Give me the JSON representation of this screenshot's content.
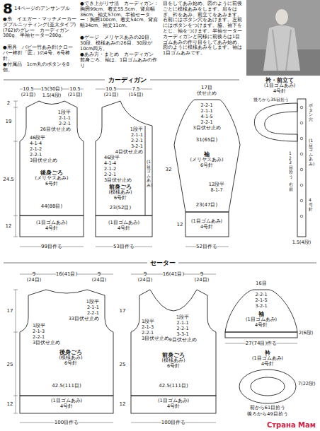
{
  "diagram": {
    "nodes": [
      {
        "text": [
          "後身ごろ",
          "(メリヤスあみ)",
          "6号針"
        ]
      },
      {
        "text": [
          "(1目ゴムあみ)",
          "4号針"
        ]
      },
      {
        "text": [
          "前身ごろ",
          "(模様あみ)",
          "6号針"
        ]
      },
      {
        "text": [
          "(1目ゴムあみ)",
          "4号針"
        ]
      },
      {
        "text": [
          "袖",
          "(メリヤスあみ)",
          "6号針"
        ]
      },
      {
        "text": [
          "(1目ゴムあみ)",
          "4号針"
        ]
      },
      {
        "text": [
          "衿・前立て",
          "(1目ゴムあみ)",
          "4号針"
        ]
      },
      {
        "text": [
          "後身ごろ",
          "(模様あみ)",
          "6号針"
        ]
      },
      {
        "text": [
          "(1目ゴムあみ)",
          "4号針"
        ]
      },
      {
        "text": [
          "前身ごろ",
          "(模様あみ)",
          "6号針"
        ]
      },
      {
        "text": [
          "(1目ゴムあみ)",
          "4号針"
        ]
      },
      {
        "text": [
          "袖",
          "(1目ゴムあみ)",
          "4号針"
        ]
      },
      {
        "text": [
          "衿",
          "(1目ゴムあみ)",
          "4号針"
        ]
      }
    ],
    "labels": [
      "8",
      "14ページのアンサンブル",
      "●糸　イエガー・マッチメーカーダブルニッティング(並太タイプ)(762)のグレー　カーディガン380g、半袖セーター280g。",
      "●用具　バビー竹あみ針(クローバー棒針「匠」)の4号、6号棒針。",
      "●付属品　1cm丸のボタンを8個。",
      "●でき上がり寸法　カーディガン：胸囲99cm、着丈55.5cm、背肩幅36cm、袖丈57cm。半袖セーター：胸囲100cm、着丈54cm、背肩幅34cm、袖丈11cm。",
      "●ゲージ　メリヤスあみの20目、30段、模様あみの26目、30段が10cm四方。",
      "●あみ方・まとめ　カーディガン　前身ごろ、袖は、1目ゴムあみの作り",
      "目をしてあみ始め、図のように前後ごとに模様あみをします。肩をはぎ、衿をあみ、前立てをあみます。右前にはボタン穴をあけます。左前にはボタンをつけます。脇、袖下をとじ、袖をつけます。半袖セーター　カーディガンと同様に前後ろは1目ゴムあみの作り目をしてあみ始め、図のように模様あみをします。袖は1目ゴムあみです。",
      "カーディガン",
      "セーター",
      "10.5",
      "15(30目)",
      "10.5",
      "(21目)",
      "(21目)",
      "1.5(4段)",
      "1段平",
      "2-1-1",
      "2-2-1",
      "26目伏せ止め",
      "46段平",
      "4-1-4",
      "2-1-2",
      "2-2-1",
      "3目伏せ止め",
      "2",
      "19",
      "24.5",
      "12",
      "44(88目)",
      "99目作る",
      "10.5",
      "(21目)",
      "7.5",
      "(15目)",
      "1段平",
      "2-1-1",
      "2-2-1",
      "3-2-1",
      "4目伏せ止め",
      "46段平",
      "4-1-4",
      "2-1-2",
      "2-2-1",
      "3目伏せ止め",
      "(1目ゴムあみ)",
      "23(52目)",
      "53目作る",
      "17目",
      "伏せ止め",
      "2-2-1",
      "2-1-1",
      "4-1-5",
      "2-2-1",
      "3目伏せ止め",
      "31(65目)",
      "12段平",
      "8-1-7",
      "23(47目)",
      "12",
      "52目作る",
      "32",
      "後ろから35目拾う",
      "123目拾う",
      "右前",
      "ボタン穴",
      "(1目ゴムあみ)",
      "4号針",
      "1.5(4段)",
      "9",
      "16(41目)",
      "9",
      "(24目)",
      "(24目)",
      "1段平",
      "2-1-1",
      "2-2-1",
      "33目伏せ止め",
      "1段平",
      "2-1-3",
      "2-2-1",
      "3目伏せ止め",
      "17",
      "25",
      "12",
      "42.5(111目)",
      "100目作る",
      "9",
      "16(41目)",
      "9",
      "(24目)",
      "(24目)",
      "1段平",
      "2-1-1",
      "2-2-1",
      "3-3-1",
      "9目伏せ止め",
      "1段平",
      "2-1-3",
      "2-2-1",
      "3目伏せ止め",
      "17",
      "25",
      "12",
      "42.5(111目)",
      "100目作る",
      "16目",
      "2-2-1",
      "2-1-5",
      "3-2-1",
      "27(74目)作る",
      "2(6段)",
      "7(22段)",
      "前から61目拾う",
      "後ろから49目拾う",
      "Страна Мам"
    ]
  }
}
